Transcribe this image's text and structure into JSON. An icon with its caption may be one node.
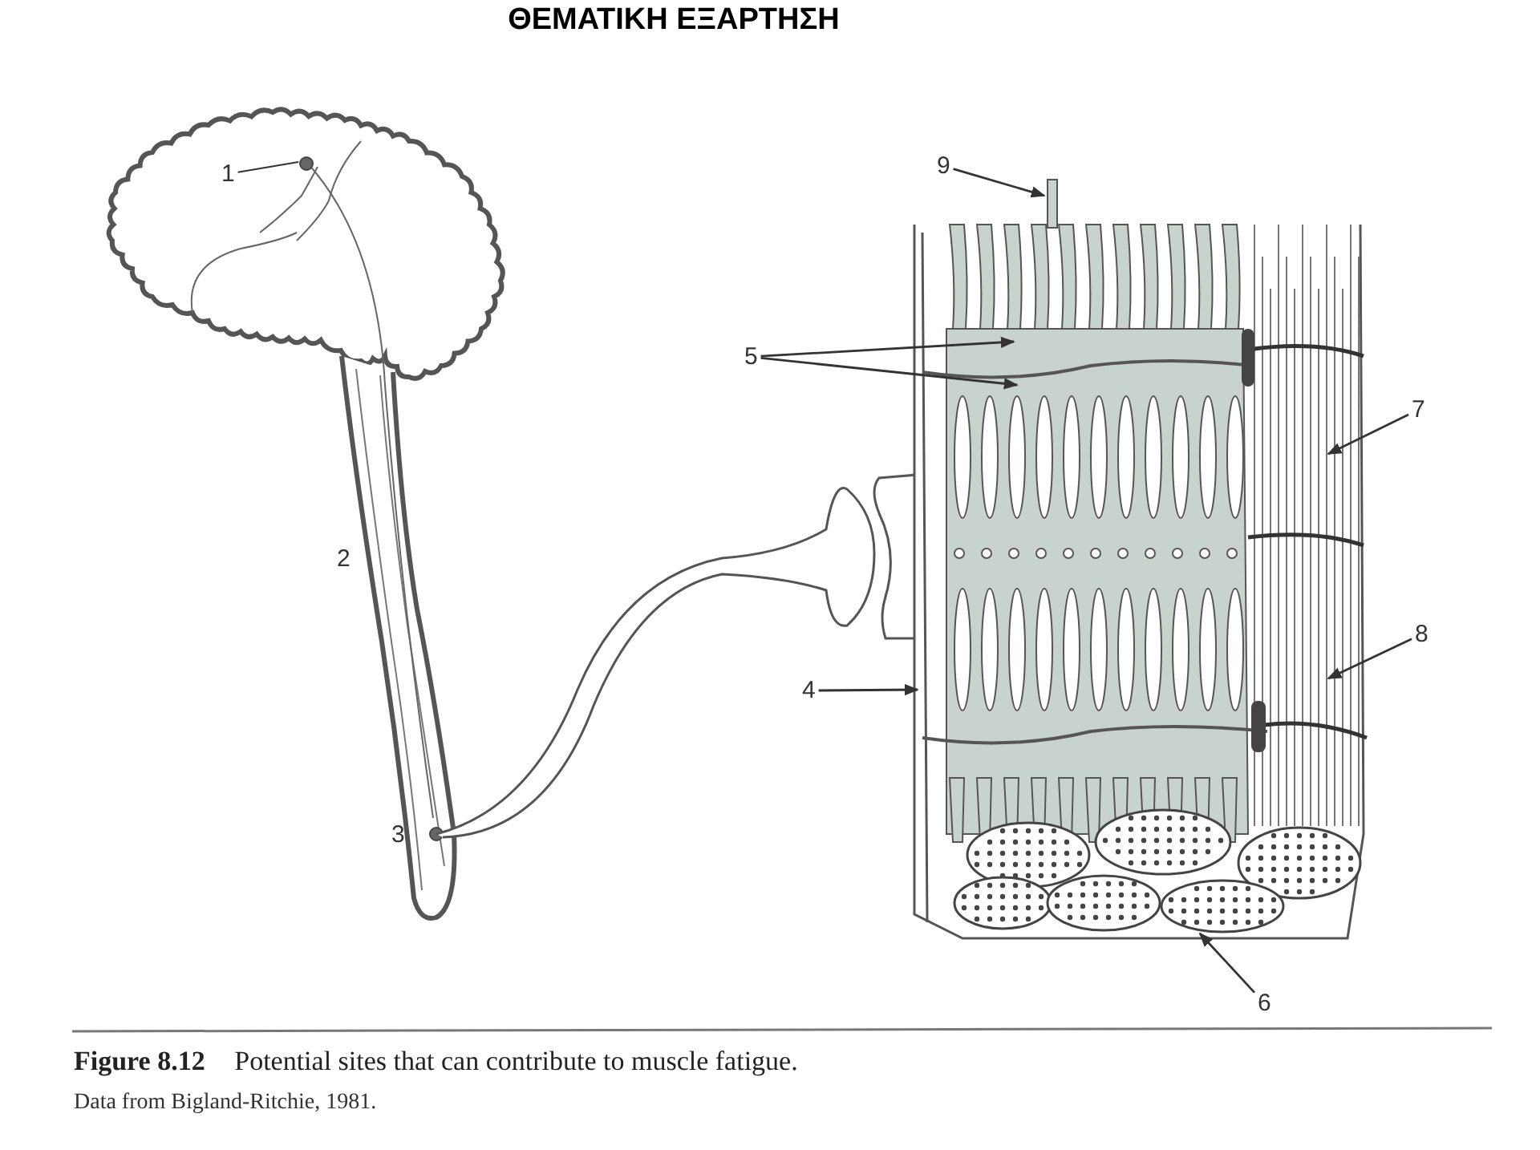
{
  "diagram": {
    "title": "ΘΕΜΑΤΙΚΗ ΕΞΑΡΤΗΣΗ",
    "caption": "**Figure 8.12** Potential sites that can contribute to muscle fatigue.",
    "nodes": [
      {
        "text": [
          "1"
        ]
      },
      {
        "text": [
          "4"
        ]
      },
      {
        "text": [
          "5"
        ]
      },
      {
        "text": [
          "6"
        ]
      },
      {
        "text": [
          "7"
        ]
      },
      {
        "text": [
          "8"
        ]
      },
      {
        "text": [
          "9"
        ]
      }
    ],
    "edges": [
      {
        "from": 0,
        "to": null,
        "arrow": "none"
      },
      {
        "from": 1,
        "to": null,
        "arrow": "to"
      },
      {
        "from": 2,
        "to": null,
        "arrow": "to"
      },
      {
        "from": 2,
        "to": null,
        "arrow": "to"
      },
      {
        "from": 3,
        "to": null,
        "arrow": "to"
      },
      {
        "from": 4,
        "to": null,
        "arrow": "to"
      },
      {
        "from": 5,
        "to": null,
        "arrow": "to"
      },
      {
        "from": 6,
        "to": null,
        "arrow": "to"
      }
    ],
    "labels": [
      "2",
      "3",
      "Data from Bigland-Ritchie, 1981."
    ]
  }
}
